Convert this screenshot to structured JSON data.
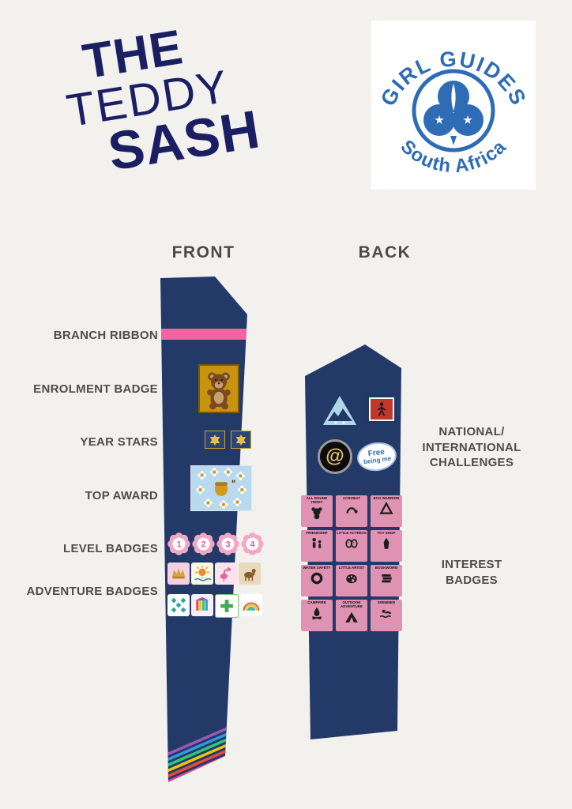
{
  "title": {
    "line1": "THE",
    "line2": "TEDDY",
    "line3": "SASH"
  },
  "logo": {
    "arc_top": "GIRL GUIDES",
    "arc_bottom": "South Africa"
  },
  "sections": {
    "front_heading": "FRONT",
    "back_heading": "BACK"
  },
  "colors": {
    "background": "#f3f1ee",
    "title_navy": "#1a1f63",
    "sash_navy": "#233a69",
    "branch_ribbon_pink": "#f0649f",
    "logo_blue": "#2e6cb5",
    "label_grey": "#4d4d4d",
    "interest_badge_pink": "#df92b2"
  },
  "front_labels": [
    {
      "label": "BRANCH RIBBON"
    },
    {
      "label": "ENROLMENT BADGE"
    },
    {
      "label": "YEAR STARS"
    },
    {
      "label": "TOP AWARD"
    },
    {
      "label": "LEVEL BADGES"
    },
    {
      "label": "ADVENTURE BADGES"
    }
  ],
  "back_labels": [
    {
      "label": "NATIONAL/\nINTERNATIONAL\nCHALLENGES"
    },
    {
      "label": "INTEREST\nBADGES"
    }
  ],
  "front": {
    "enrolment_badge_icon": "teddy-bear",
    "year_stars": [
      {
        "icon": "six-pointed-star"
      },
      {
        "icon": "six-pointed-star"
      }
    ],
    "top_award_icon": "honey-pot-with-bees-and-flowers",
    "level_badges": [
      "1",
      "2",
      "3",
      "4"
    ],
    "adventure_badges": [
      {
        "icon": "crown"
      },
      {
        "icon": "sun-over-sea"
      },
      {
        "icon": "flamingo"
      },
      {
        "icon": "pony"
      },
      {
        "icon": "geometric-pattern"
      },
      {
        "icon": "carousel-stripes"
      },
      {
        "icon": "first-aid-cross"
      },
      {
        "icon": "rainbow"
      }
    ]
  },
  "back": {
    "challenges": {
      "triangle_badge_icon": "mountain-triangle",
      "red_badge_icon": "figures-on-red-square",
      "at_symbol": "@",
      "free_being_me": {
        "line1": "Free",
        "line2": "being me"
      }
    },
    "interest_badges": [
      {
        "label": "ALL ROUND TEDDY",
        "icon": "teddy-head"
      },
      {
        "label": "ACROBAT",
        "icon": "backbend-figure"
      },
      {
        "label": "ECO WARRIOR",
        "icon": "recycle-triangle"
      },
      {
        "label": "FRIENDSHIP",
        "icon": "two-figures"
      },
      {
        "label": "LITTLE ACTRESS",
        "icon": "drama-masks"
      },
      {
        "label": "TOY SHOP",
        "icon": "dress"
      },
      {
        "label": "WATER SAFETY",
        "icon": "lifebuoy"
      },
      {
        "label": "LITTLE ARTIST",
        "icon": "paint-palette"
      },
      {
        "label": "BOOKWORM",
        "icon": "stacked-books"
      },
      {
        "label": "CAMPFIRE",
        "icon": "campfire"
      },
      {
        "label": "OUTDOOR ADVENTURE",
        "icon": "tent"
      },
      {
        "label": "SWIMMER",
        "icon": "swimmer"
      }
    ]
  }
}
